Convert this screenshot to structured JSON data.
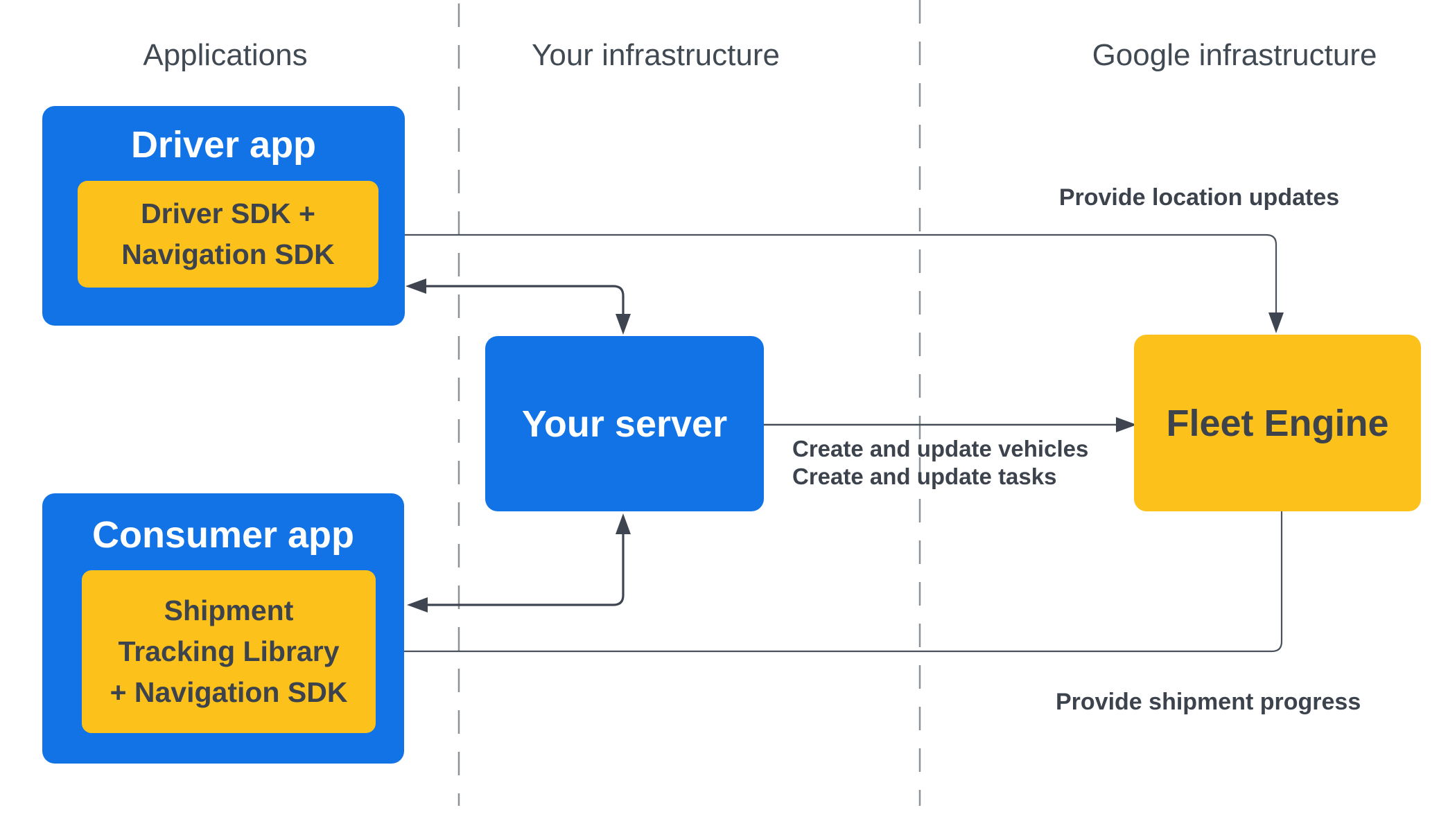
{
  "colors": {
    "blue": "#1273E6",
    "yellow": "#FCC21B",
    "dark_text": "#3C434D",
    "arrow": "#454C56",
    "header_text": "#414A53",
    "dashed_divider": "#8B9197"
  },
  "columns": [
    {
      "label": "Applications"
    },
    {
      "label": "Your infrastructure"
    },
    {
      "label": "Google infrastructure"
    }
  ],
  "nodes": {
    "driver_app": {
      "title": "Driver app",
      "sdk_lines": [
        "Driver SDK +",
        "Navigation SDK"
      ]
    },
    "consumer_app": {
      "title": "Consumer app",
      "sdk_lines": [
        "Shipment",
        "Tracking Library",
        "+ Navigation SDK"
      ]
    },
    "your_server": {
      "title": "Your server"
    },
    "fleet_engine": {
      "title": "Fleet Engine"
    }
  },
  "edge_labels": {
    "provide_location_updates": "Provide location updates",
    "create_update_vehicles": "Create and update vehicles",
    "create_update_tasks": "Create and update tasks",
    "provide_shipment_progress": "Provide shipment progress"
  }
}
